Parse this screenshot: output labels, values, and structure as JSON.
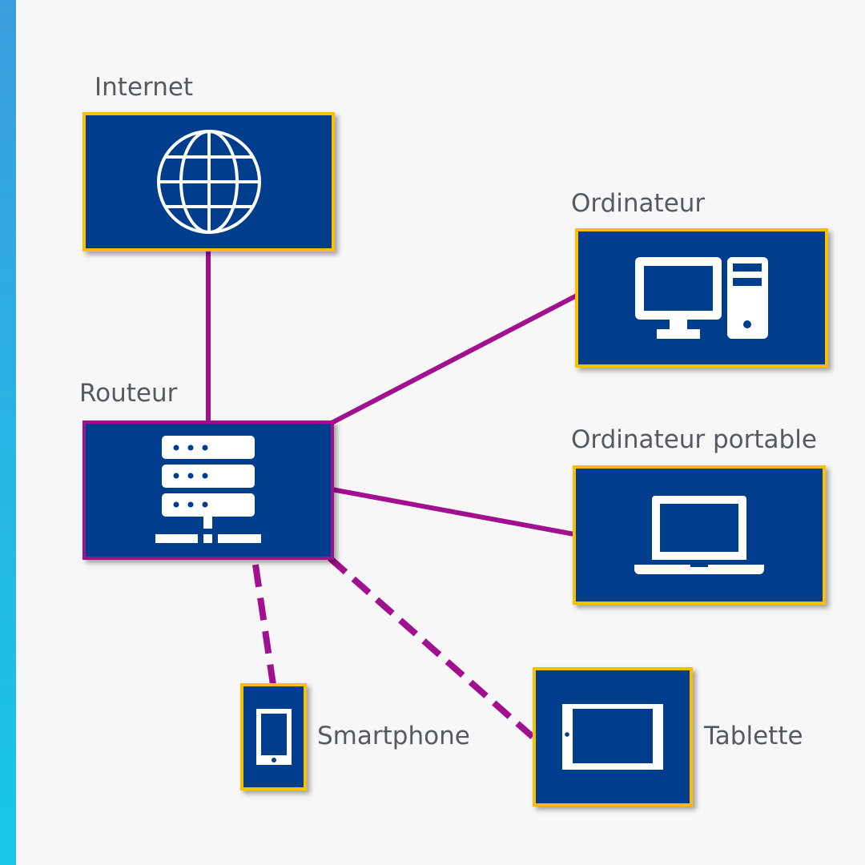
{
  "diagram": {
    "type": "network-topology",
    "colors": {
      "node_fill": "#003d8c",
      "node_border": "#fdbe00",
      "router_border": "#a0108f",
      "link": "#a0108f",
      "label_text": "#555a60",
      "background": "#f7f7f7",
      "accent_bar_top": "#3b9ddd",
      "accent_bar_bottom": "#16c8e6"
    },
    "nodes": [
      {
        "id": "internet",
        "label": "Internet",
        "icon": "globe-icon"
      },
      {
        "id": "router",
        "label": "Routeur",
        "icon": "server-router-icon"
      },
      {
        "id": "computer",
        "label": "Ordinateur",
        "icon": "desktop-computer-icon"
      },
      {
        "id": "laptop",
        "label": "Ordinateur portable",
        "icon": "laptop-icon"
      },
      {
        "id": "smartphone",
        "label": "Smartphone",
        "icon": "smartphone-icon"
      },
      {
        "id": "tablet",
        "label": "Tablette",
        "icon": "tablet-icon"
      }
    ],
    "links": [
      {
        "from": "internet",
        "to": "router",
        "style": "solid",
        "kind": "wired"
      },
      {
        "from": "router",
        "to": "computer",
        "style": "solid",
        "kind": "wired"
      },
      {
        "from": "router",
        "to": "laptop",
        "style": "solid",
        "kind": "wired"
      },
      {
        "from": "router",
        "to": "smartphone",
        "style": "dashed",
        "kind": "wireless"
      },
      {
        "from": "router",
        "to": "tablet",
        "style": "dashed",
        "kind": "wireless"
      }
    ]
  }
}
